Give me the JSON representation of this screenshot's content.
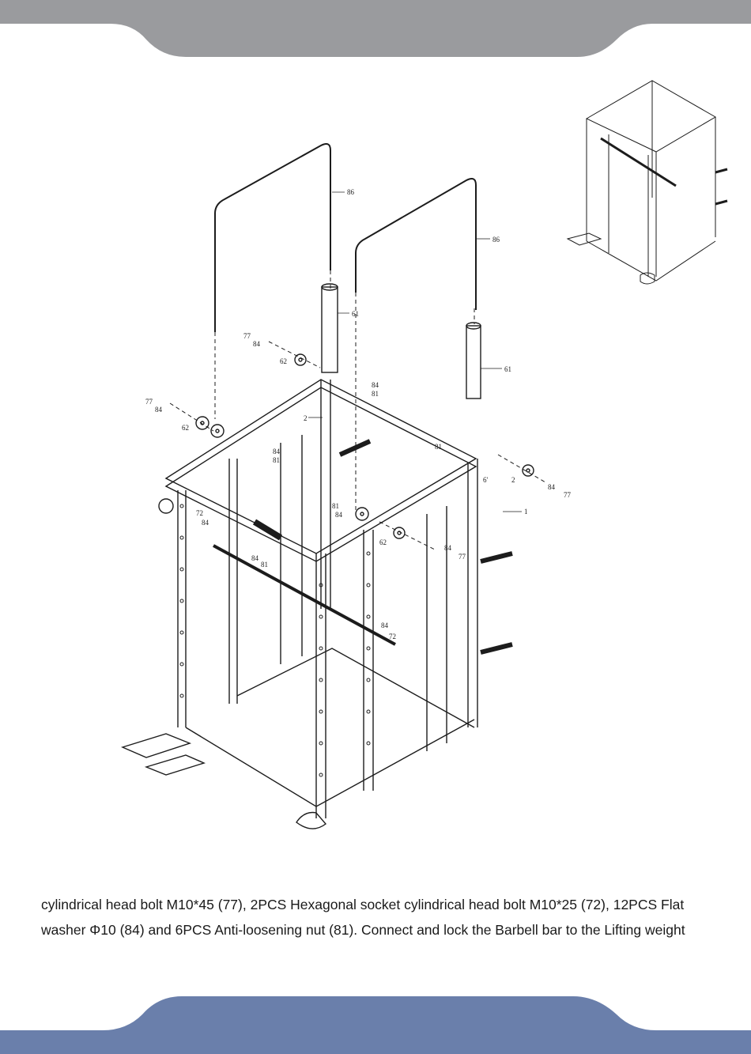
{
  "colors": {
    "header_gray": "#9a9b9e",
    "footer_blue": "#6a7fab",
    "text": "#1a1a1a",
    "line": "#1c1c1c"
  },
  "diagram": {
    "part_numbers": [
      "86",
      "86",
      "61",
      "61",
      "77",
      "84",
      "62",
      "77",
      "84",
      "62",
      "2",
      "84",
      "81",
      "84",
      "81",
      "81",
      "6'",
      "2",
      "84",
      "77",
      "1",
      "81",
      "84",
      "62",
      "84",
      "77",
      "72",
      "84",
      "84",
      "81",
      "84",
      "72"
    ]
  },
  "body": {
    "line1": "cylindrical head bolt M10*45 (77), 2PCS Hexagonal socket cylindrical head bolt M10*25 (72), 12PCS Flat",
    "line2": "washer Φ10 (84) and 6PCS Anti-loosening nut (81). Connect and lock the Barbell bar to the Lifting weight"
  }
}
